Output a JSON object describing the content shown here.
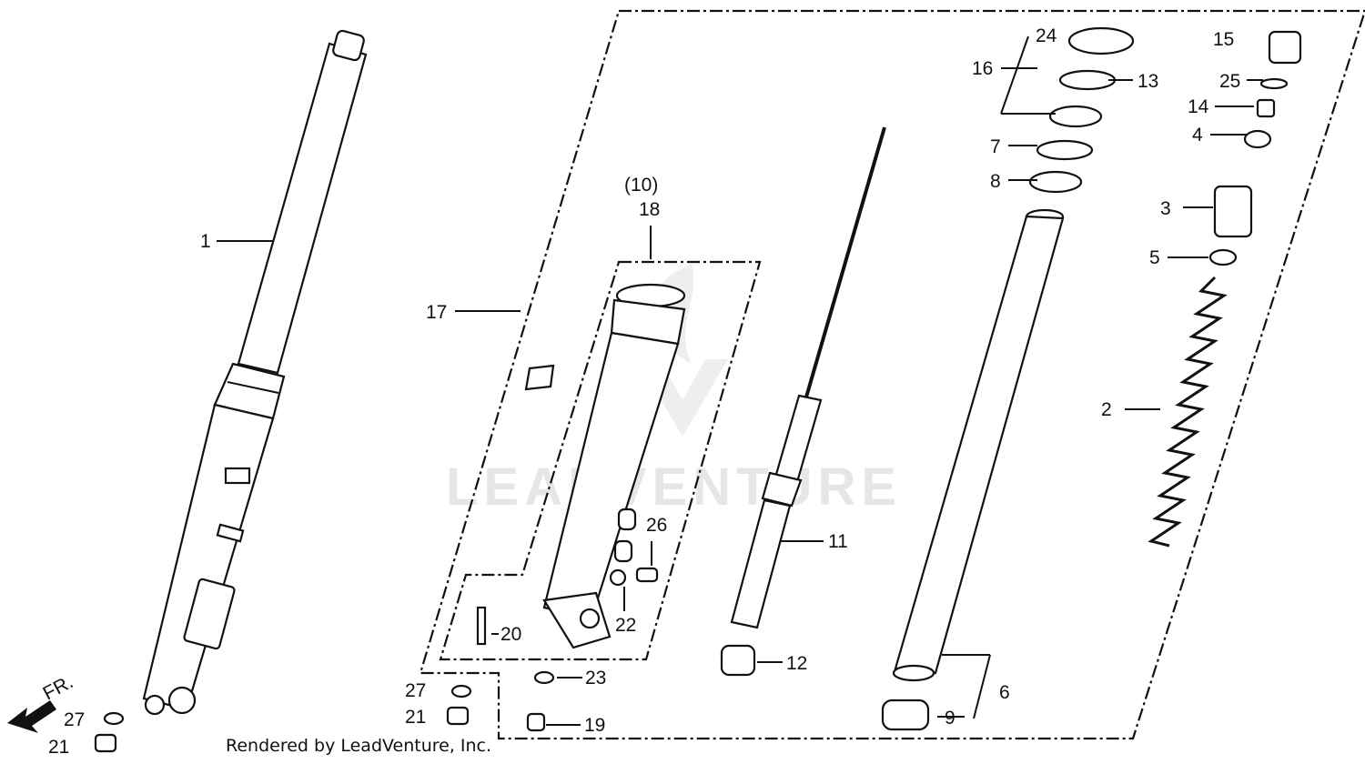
{
  "diagram": {
    "callouts": {
      "p1": "1",
      "p2": "2",
      "p3": "3",
      "p4": "4",
      "p5": "5",
      "p6": "6",
      "p7": "7",
      "p8": "8",
      "p9": "9",
      "p10": "(10)",
      "p11": "11",
      "p12": "12",
      "p13": "13",
      "p14": "14",
      "p15": "15",
      "p16": "16",
      "p17": "17",
      "p18": "18",
      "p19": "19",
      "p20": "20",
      "p21a": "21",
      "p21b": "21",
      "p22": "22",
      "p23": "23",
      "p24": "24",
      "p25": "25",
      "p26": "26",
      "p27a": "27",
      "p27b": "27"
    },
    "direction_label": "FR.",
    "watermark": "LEADVENTURE",
    "credit": "Rendered by LeadVenture, Inc."
  }
}
